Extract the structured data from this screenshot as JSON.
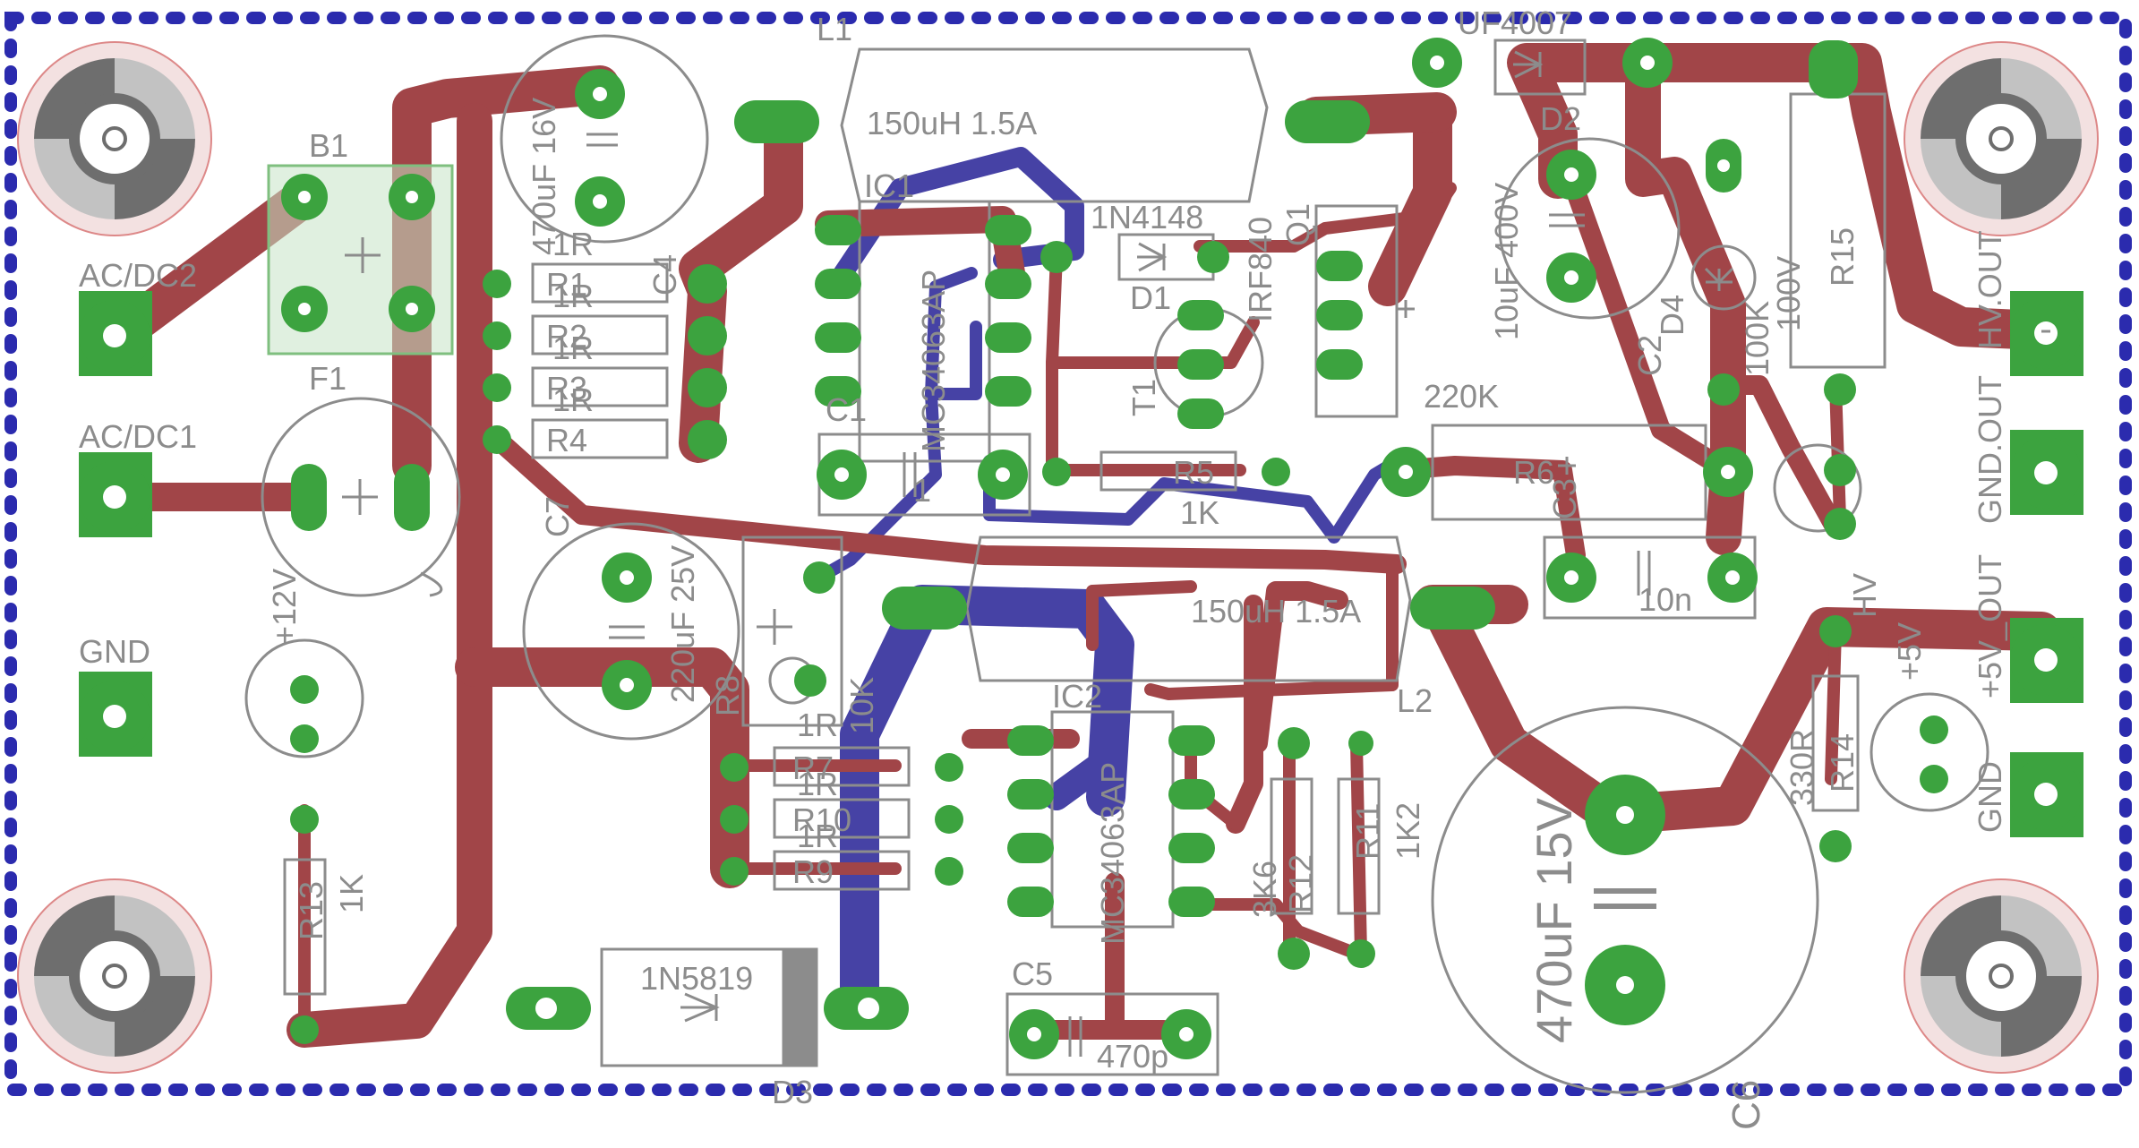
{
  "colors": {
    "background": "#ffffff",
    "top_copper": "#a14548",
    "bottom_copper": "#4642a5",
    "pad": "#3ca33f",
    "pad_hole": "#ffffff",
    "silkscreen": "#8c8c8c",
    "board_outline_dots": "#2b2bae",
    "mounting_hole_ring": "#e8c6c6",
    "mounting_hole_dark": "#6e6e6e",
    "mounting_hole_light": "#c2c2c2",
    "bridge_fill": "#c6e3c6"
  },
  "labels": {
    "L1": "L1",
    "uf4007": "UF4007",
    "l1_value": "150uH 1.5A",
    "c7_top_value": "470uF 16V",
    "B1": "B1",
    "ac_dc2": "AC/DC2",
    "ac_dc1": "AC/DC1",
    "F1": "F1",
    "plus12v": "+12V",
    "gnd_left": "GND",
    "R1": "R1",
    "R2": "R2",
    "R3": "R3",
    "R4": "R4",
    "r1_value": "1R",
    "r2_value": "1R",
    "r3_value": "1R",
    "r4_value": "1R",
    "C4": "C4",
    "IC1": "IC1",
    "ic1_part": "MC34063AP",
    "C1": "C1",
    "c1_value": "1",
    "n4148": "1N4148",
    "D1": "D1",
    "irf": "IRF840",
    "Q1": "Q1",
    "T1": "T1",
    "R5": "R5",
    "r5_value": "1K",
    "D2": "D2",
    "c_hv_value": "10uF 400V",
    "C2": "C2",
    "D4": "D4",
    "r100k": "100K",
    "r_100v": "100V",
    "R15": "R15",
    "hv_out": "HV.OUT",
    "gnd_out": "GND.OUT",
    "r220k": "220K",
    "R6": "R6",
    "C3": "C3",
    "c3_value": "10n",
    "HV": "HV",
    "C7": "C7",
    "c7_value": "220uF 25V",
    "R8": "R8",
    "r8_value": "10K",
    "l2_value": "150uH 1.5A",
    "L2": "L2",
    "IC2": "IC2",
    "ic2_part": "MC34063AP",
    "R7": "R7",
    "R10": "R10",
    "R9": "R9",
    "r7_value": "1R",
    "r10_value": "1R",
    "r9_value": "1R",
    "r_1r_r8": "1R",
    "R12": "R12",
    "r12_value": "3K6",
    "R11": "R11",
    "r11_value": "1K2",
    "R13": "R13",
    "r13_value": "1K",
    "d_1n5819": "1N5819",
    "D3": "D3",
    "C5": "C5",
    "c5_value": "470p",
    "c6_value": "470uF 15V",
    "C6": "C6",
    "plus5v": "+5V",
    "r330": "330R",
    "R14": "R14",
    "plus5v_out": "+5V_OUT",
    "gnd_right": "GND"
  }
}
